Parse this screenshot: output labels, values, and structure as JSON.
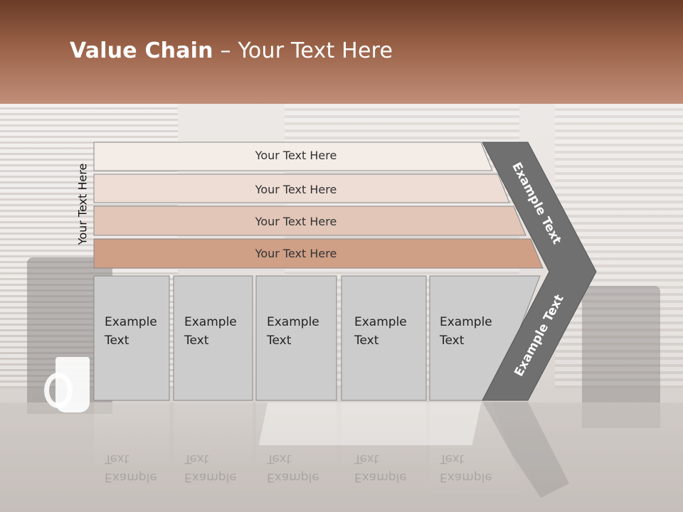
{
  "title": {
    "bold": "Value Chain",
    "rest": " – Your Text Here"
  },
  "vertical_label": "Your Text Here",
  "bands": [
    {
      "label": "Your Text Here",
      "color": "#f4ece7"
    },
    {
      "label": "Your Text Here",
      "color": "#edddd5"
    },
    {
      "label": "Your Text Here",
      "color": "#e2c6b8"
    },
    {
      "label": "Your Text Here",
      "color": "#cf9f86"
    }
  ],
  "boxes": [
    {
      "line1": "Example",
      "line2": "Text"
    },
    {
      "line1": "Example",
      "line2": "Text"
    },
    {
      "line1": "Example",
      "line2": "Text"
    },
    {
      "line1": "Example",
      "line2": "Text"
    },
    {
      "line1": "Example",
      "line2": "Text"
    }
  ],
  "arrow": {
    "upper_label": "Example Text",
    "lower_label": "Example Text"
  },
  "colors": {
    "header_dark": "#6a3b27",
    "header_light": "#c18e79",
    "box_fill": "#cccccc",
    "arrow_fill": "#707070"
  }
}
